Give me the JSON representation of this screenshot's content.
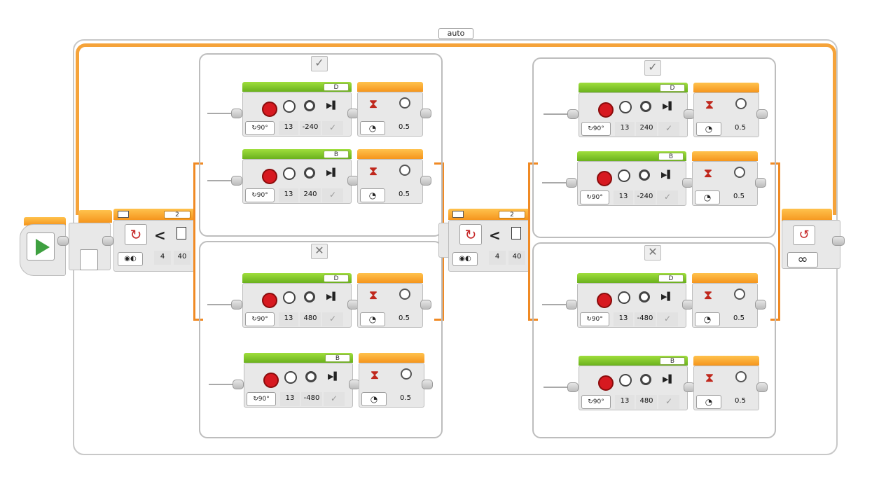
{
  "loop": {
    "label": "auto",
    "count_symbol": "∞"
  },
  "switches": [
    {
      "header_value": "2",
      "compare_symbol": "<",
      "inputs": [
        "4",
        "40"
      ],
      "true_case": {
        "tab": "✓",
        "blocks": [
          {
            "port": "D",
            "speed": "13",
            "degrees": "-240",
            "brake": "✓",
            "wait": "0.5"
          },
          {
            "port": "B",
            "speed": "13",
            "degrees": "240",
            "brake": "✓",
            "wait": "0.5"
          }
        ]
      },
      "false_case": {
        "tab": "✕",
        "blocks": [
          {
            "port": "D",
            "speed": "13",
            "degrees": "480",
            "brake": "✓",
            "wait": "0.5"
          },
          {
            "port": "B",
            "speed": "13",
            "degrees": "-480",
            "brake": "✓",
            "wait": "0.5"
          }
        ]
      }
    },
    {
      "header_value": "2",
      "compare_symbol": "<",
      "inputs": [
        "4",
        "40"
      ],
      "true_case": {
        "tab": "✓",
        "blocks": [
          {
            "port": "D",
            "speed": "13",
            "degrees": "240",
            "brake": "✓",
            "wait": "0.5"
          },
          {
            "port": "B",
            "speed": "13",
            "degrees": "-240",
            "brake": "✓",
            "wait": "0.5"
          }
        ]
      },
      "false_case": {
        "tab": "✕",
        "blocks": [
          {
            "port": "D",
            "speed": "13",
            "degrees": "-480",
            "brake": "✓",
            "wait": "0.5"
          },
          {
            "port": "B",
            "speed": "13",
            "degrees": "480",
            "brake": "✓",
            "wait": "0.5"
          }
        ]
      }
    }
  ],
  "icons": {
    "start": "play-icon",
    "motor": "large-motor-icon",
    "wait": "hourglass-icon",
    "timer": "timer-icon",
    "loop_end": "loop-return-icon"
  },
  "colors": {
    "motor_header": "#7cc828",
    "flow_header": "#f5a33a",
    "motor_red": "#d71920",
    "start_green": "#3ea040"
  }
}
